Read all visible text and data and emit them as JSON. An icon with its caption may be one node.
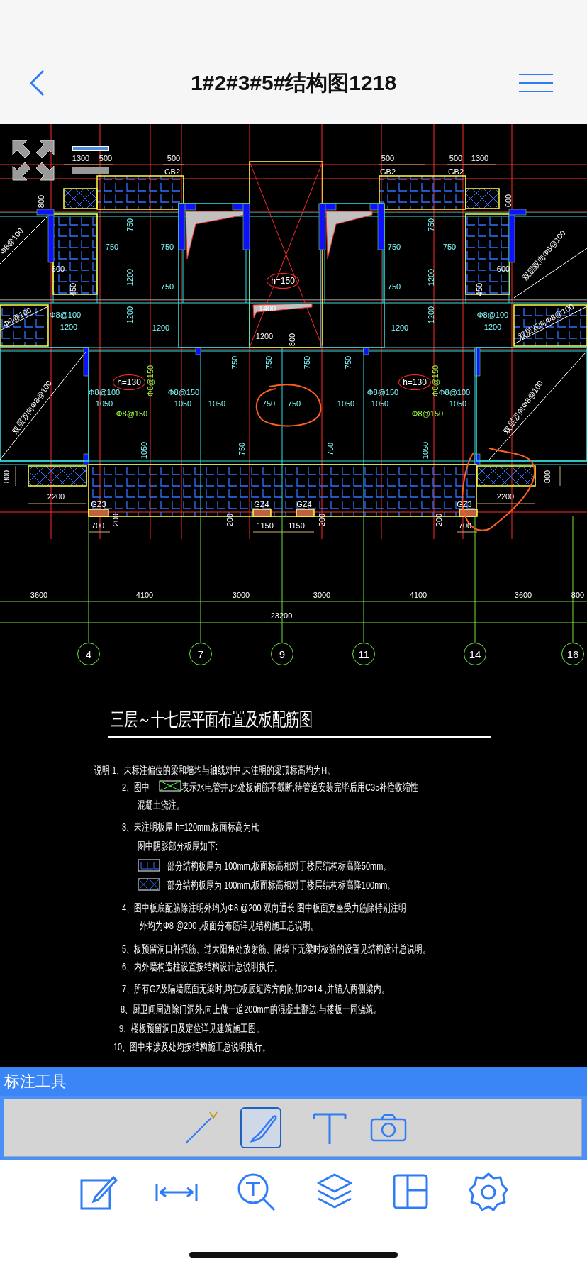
{
  "diagram": {
    "title": "1#2#3#5#结构图1218",
    "nodes": [
      {
        "text": [
          "h=150"
        ]
      },
      {
        "text": [
          "h=130"
        ]
      },
      {
        "text": [
          "h=130"
        ]
      },
      {
        "text": [
          "4"
        ]
      },
      {
        "text": [
          "7"
        ]
      },
      {
        "text": [
          "9"
        ]
      },
      {
        "text": [
          "11"
        ]
      },
      {
        "text": [
          "14"
        ]
      },
      {
        "text": [
          "16"
        ]
      }
    ],
    "labels": [
      "1300",
      "500",
      "500",
      "500",
      "500",
      "1300",
      "GB2",
      "GB2",
      "GB2",
      "800",
      "600",
      "750",
      "750",
      "Φ8@100",
      "750",
      "750",
      "750",
      "750",
      "双层双向Φ8@100",
      "600",
      "600",
      "1200",
      "1200",
      "750",
      "750",
      "450",
      "450",
      "1400",
      "Φ8@100",
      "1200",
      "1200",
      "Φ8@100",
      "Φ8@100",
      "双层双向Φ8@100",
      "1200",
      "1200",
      "1200",
      "1200",
      "1200",
      "800",
      "750",
      "750",
      "750",
      "750",
      "Φ8@150",
      "Φ8@150",
      "Φ8@100",
      "Φ8@150",
      "Φ8@150",
      "Φ8@100",
      "1050",
      "1050",
      "1050",
      "750",
      "750",
      "1050",
      "1050",
      "1050",
      "双层双向Φ8@100",
      "双层双向Φ8@100",
      "Φ8@150",
      "Φ8@150",
      "1050",
      "750",
      "750",
      "1050",
      "800",
      "800",
      "2200",
      "2200",
      "GZ3",
      "GZ4",
      "GZ4",
      "GZ3",
      "200",
      "200",
      "200",
      "200",
      "700",
      "1150",
      "1150",
      "700",
      "3600",
      "4100",
      "3000",
      "3000",
      "4100",
      "3600",
      "800",
      "23200",
      "三层～十七层平面布置及板配筋图",
      "说明:1、未标注偏位的梁和墙均与轴线对中,未注明的梁顶标高均为H。",
      "2、图中",
      "3、未注明板厚 h=120mm,板面标高为H;",
      "图中阴影部分板厚如下:",
      "4、图中板底配筋除注明外均为Φ8 @200 双向通长.图中板面支座受力筋除特别注明外均为Φ8 @200 ,板面分布筋详见结构施工总说明。",
      "5、板预留洞口补强筋、过大阳角处放射筋、隔墙下无梁时板筋的设置见结构设计总说明。",
      "6、内外墙构造柱设置按结构设计总说明执行。",
      "7、所有GZ及隔墙底面无梁时,均在板底短跨方向附加2Φ14 ,并锚入两侧梁内。",
      "8、厨卫间周边除门洞外,向上做一道200mm的混凝土翻边,与楼板一同浇筑。",
      "9、楼板预留洞口及定位详见建筑施工图。",
      "10、图中未涉及处均按结构施工总说明执行。",
      "标注工具"
    ],
    "legend": [
      {
        "text": "表示水电管井,此处板钢筋不截断,待管道安装完毕后用C35补偿收缩性混凝土浇注。"
      },
      {
        "text": "部分结构板厚为 100mm,板面标高相对于楼层结构标高降50mm。"
      },
      {
        "text": "部分结构板厚为 100mm,板面标高相对于楼层结构标高降100mm。"
      }
    ]
  }
}
